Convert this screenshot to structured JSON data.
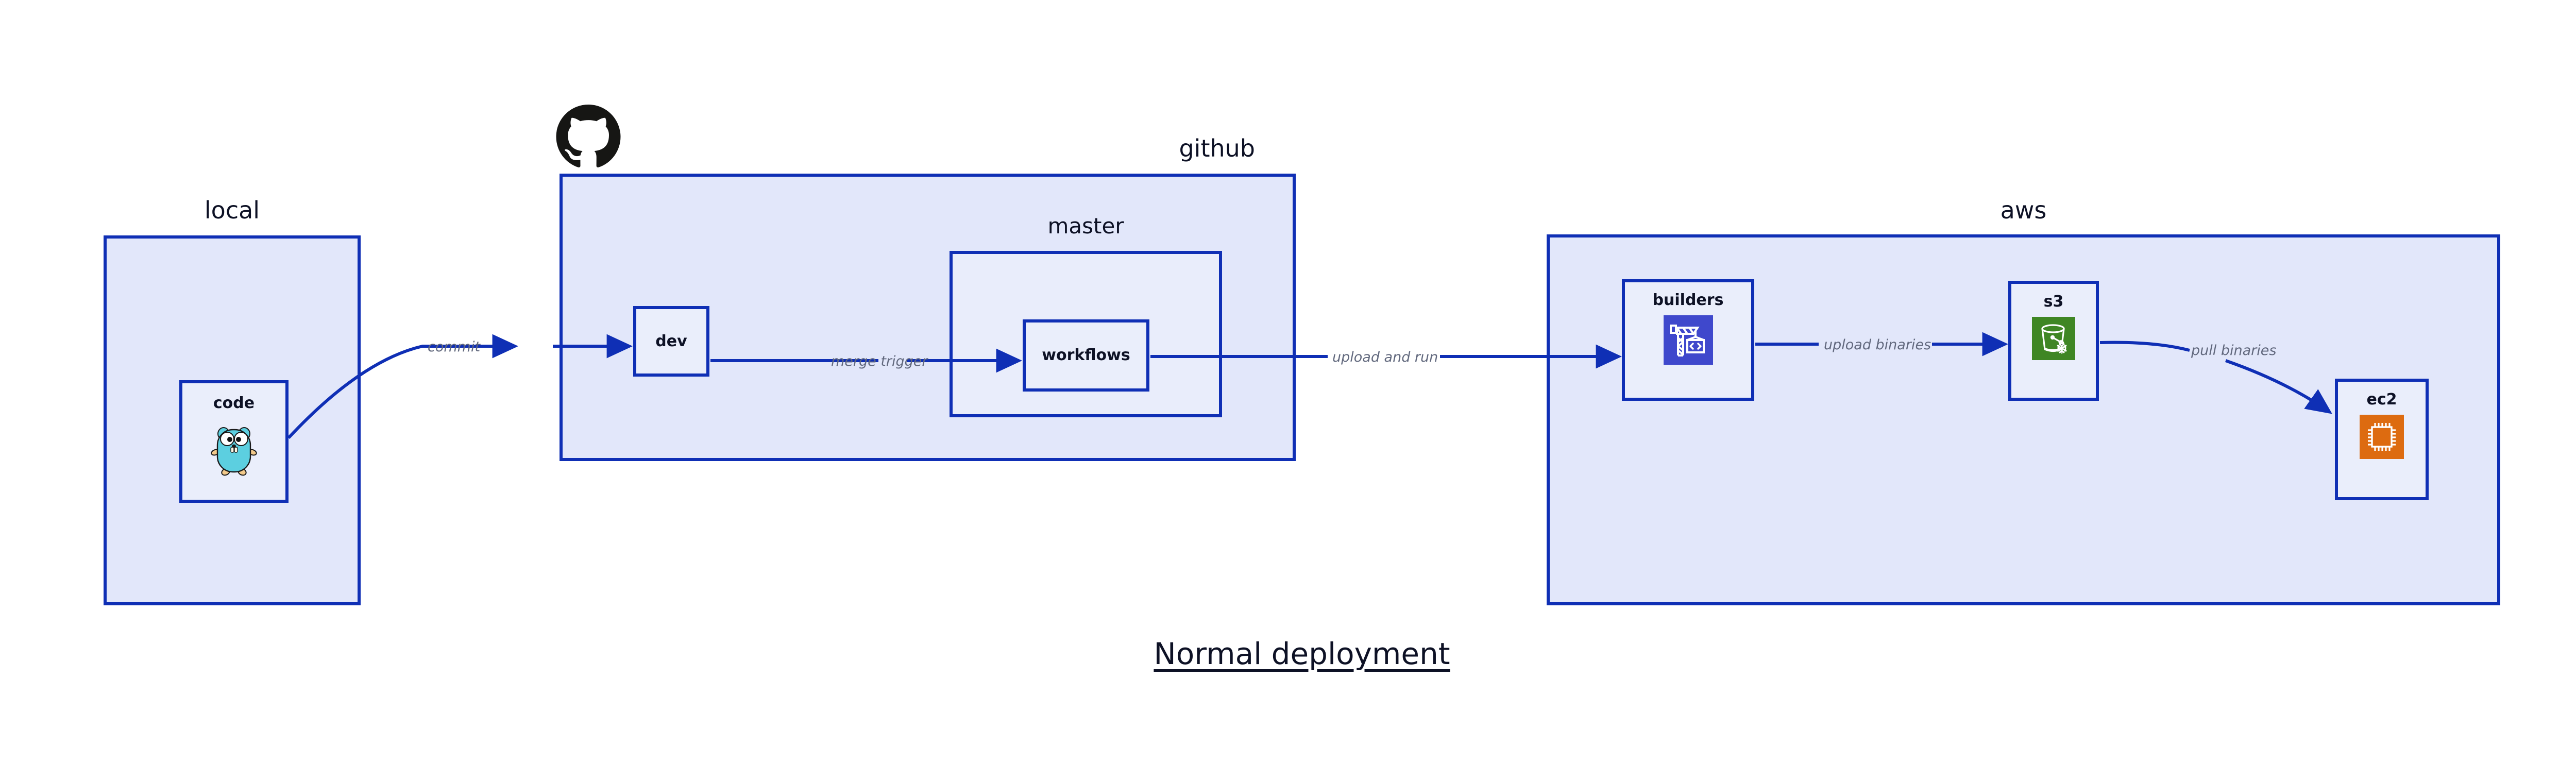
{
  "diagram": {
    "title": "Normal deployment",
    "background": "#ffffff",
    "accent": "#0f2fb5",
    "cluster_fill": "#e2e7fa",
    "inner_cluster_fill": "#e9edfb",
    "node_fill": "#eaeefb",
    "edge_label_color": "#61687d",
    "text_color": "#0d1125"
  },
  "clusters": [
    {
      "id": "local",
      "label": "local"
    },
    {
      "id": "github",
      "label": "github"
    },
    {
      "id": "master",
      "label": "master"
    },
    {
      "id": "aws",
      "label": "aws"
    }
  ],
  "nodes": [
    {
      "id": "code",
      "label": "code",
      "icon": "go-gopher-icon",
      "icon_color": "#5ccfe0"
    },
    {
      "id": "dev",
      "label": "dev",
      "icon": "none",
      "icon_color": ""
    },
    {
      "id": "workflows",
      "label": "workflows",
      "icon": "none",
      "icon_color": ""
    },
    {
      "id": "builders",
      "label": "builders",
      "icon": "aws-codebuild-icon",
      "icon_color": "#3f48cc"
    },
    {
      "id": "s3",
      "label": "s3",
      "icon": "aws-s3-glacier-icon",
      "icon_color": "#3f8624"
    },
    {
      "id": "ec2",
      "label": "ec2",
      "icon": "aws-ec2-icon",
      "icon_color": "#dd6b10"
    }
  ],
  "edges": [
    {
      "id": "code-dev",
      "from": "code",
      "to": "dev",
      "label": "commit"
    },
    {
      "id": "dev-workflows",
      "from": "dev",
      "to": "workflows",
      "label": "merge trigger"
    },
    {
      "id": "workflows-build",
      "from": "workflows",
      "to": "builders",
      "label": "upload and run"
    },
    {
      "id": "builders-s3",
      "from": "builders",
      "to": "s3",
      "label": "upload binaries"
    },
    {
      "id": "s3-ec2",
      "from": "s3",
      "to": "ec2",
      "label": "pull binaries"
    }
  ],
  "logos": [
    {
      "id": "github-octocat",
      "name": "github-octocat-logo",
      "color": "#161614"
    }
  ]
}
